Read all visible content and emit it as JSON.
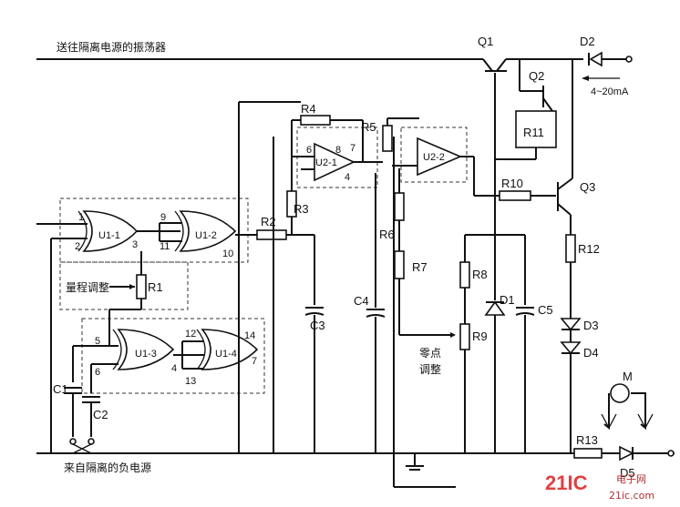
{
  "texts": {
    "top_label": "送往隔离电源的振荡器",
    "bottom_label": "来自隔离的负电源",
    "range_adjust": "量程调整",
    "zero_adjust_1": "零点",
    "zero_adjust_2": "调整",
    "current_label": "4~20mA",
    "watermark_logo": "21IC",
    "watermark_sub": "电子网",
    "watermark_url": "21ic.com"
  },
  "components": {
    "Q1": "Q1",
    "Q2": "Q2",
    "Q3": "Q3",
    "D1": "D1",
    "D2": "D2",
    "D3": "D3",
    "D4": "D4",
    "D5": "D5",
    "R1": "R1",
    "R2": "R2",
    "R3": "R3",
    "R4": "R4",
    "R5": "R5",
    "R6": "R6",
    "R7": "R7",
    "R8": "R8",
    "R9": "R9",
    "R10": "R10",
    "R11": "R11",
    "R12": "R12",
    "R13": "R13",
    "C1": "C1",
    "C2": "C2",
    "C3": "C3",
    "C4": "C4",
    "C5": "C5",
    "M": "M",
    "U1_1": "U1-1",
    "U1_2": "U1-2",
    "U1_3": "U1-3",
    "U1_4": "U1-4",
    "U2_1": "U2-1",
    "U2_2": "U2-2"
  },
  "pins": {
    "p1": "1",
    "p2": "2",
    "p3": "3",
    "p4": "4",
    "p5": "5",
    "p6": "6",
    "p7": "7",
    "p8": "8",
    "p9": "9",
    "p10": "10",
    "p11": "11",
    "p12": "12",
    "p13": "13",
    "p14": "14"
  }
}
